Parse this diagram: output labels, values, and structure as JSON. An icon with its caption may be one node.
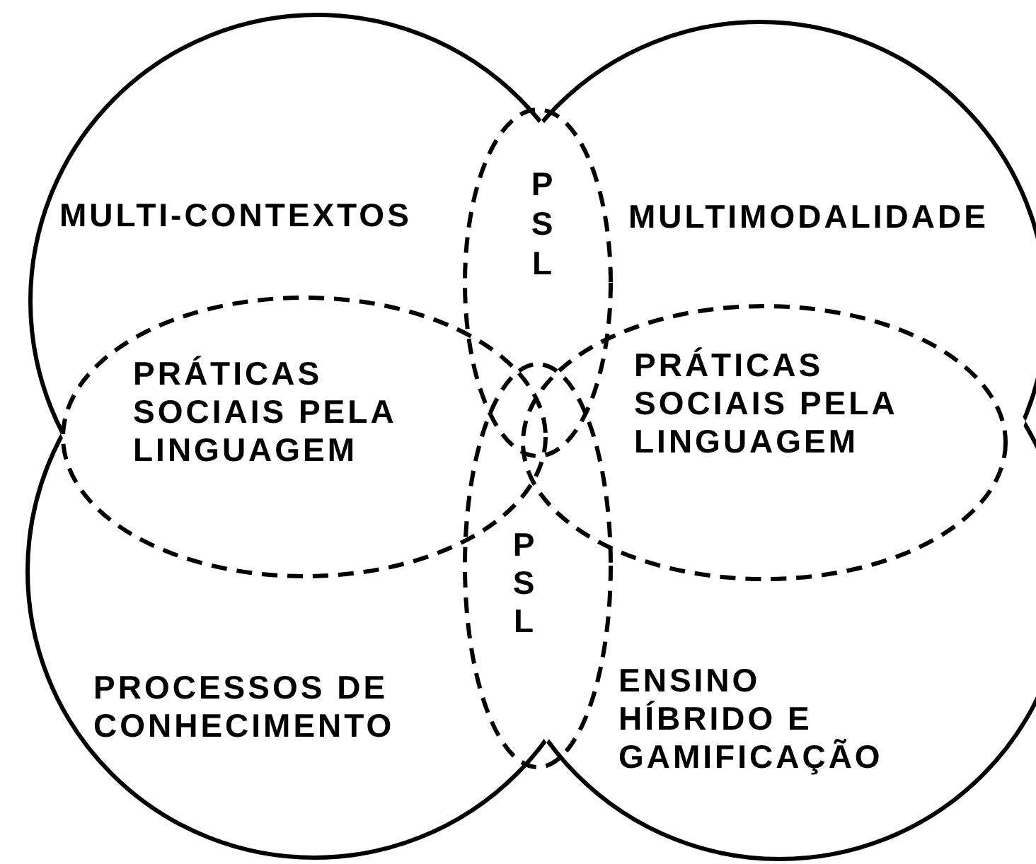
{
  "diagram": {
    "nodes": [
      {
        "text": [
          "MULTI-CONTEXTOS"
        ]
      },
      {
        "text": [
          "MULTIMODALIDADE"
        ]
      },
      {
        "text": [
          "PROCESSOS DE CONHECIMENTO"
        ]
      },
      {
        "text": [
          "ENSINO HÍBRIDO E GAMIFICAÇÃO"
        ]
      },
      {
        "text": [
          "P S L"
        ]
      },
      {
        "text": [
          "PRÁTICAS SOCIAIS PELA LINGUAGEM"
        ]
      },
      {
        "text": [
          "PRÁTICAS SOCIAIS PELA LINGUAGEM"
        ]
      },
      {
        "text": [
          "P S L"
        ]
      }
    ]
  }
}
